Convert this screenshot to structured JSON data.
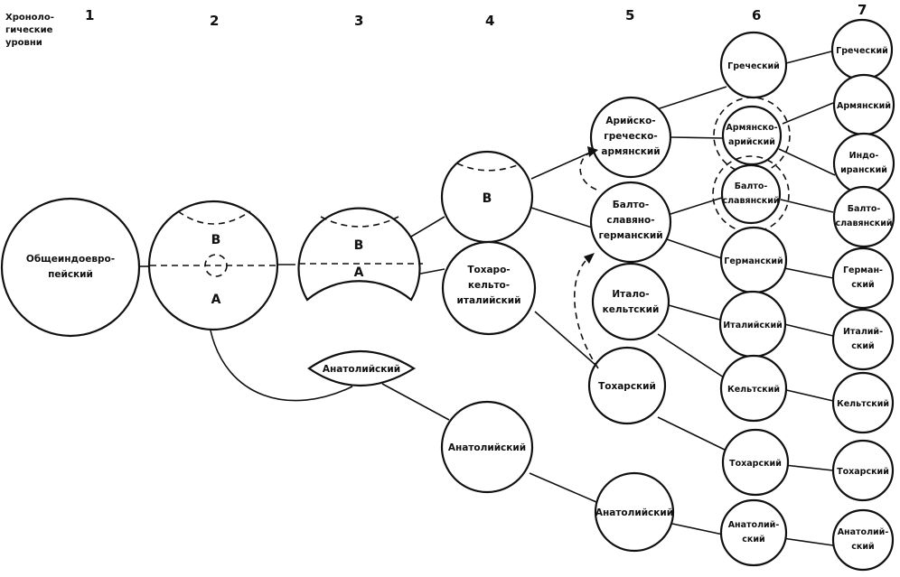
{
  "levels_title": [
    "Хроноло-",
    "гические",
    "уровни"
  ],
  "columns": [
    "1",
    "2",
    "3",
    "4",
    "5",
    "6",
    "7"
  ],
  "letters": {
    "b": "В",
    "a": "А"
  },
  "nodes": {
    "pie": [
      "Общеиндоевро-",
      "пейский"
    ],
    "anat3": [
      "Анатолийский"
    ],
    "tokh_kelt_ital": [
      "Тохаро-",
      "кельто-",
      "италийский"
    ],
    "anat4": [
      "Анатолийский"
    ],
    "aga5": [
      "Арийско-",
      "греческо-",
      "армянский"
    ],
    "bsg5": [
      "Балто-",
      "славяно-",
      "германский"
    ],
    "italkelt5": [
      "Итало-",
      "кельтский"
    ],
    "tokh5": [
      "Тохарский"
    ],
    "anat5": [
      "Анатолийский"
    ],
    "greek6": [
      "Греческий"
    ],
    "armar6": [
      "Армянско-",
      "арийский"
    ],
    "baltslav6": [
      "Балто-",
      "славянский"
    ],
    "germ6": [
      "Германский"
    ],
    "ital6": [
      "Италийский"
    ],
    "kelt6": [
      "Кельтский"
    ],
    "tokh6": [
      "Тохарский"
    ],
    "anat6": [
      "Анатолий-",
      "ский"
    ],
    "greek7": [
      "Греческий"
    ],
    "arm7": [
      "Армянский"
    ],
    "indoir7": [
      "Индо-",
      "иранский"
    ],
    "baltslav7": [
      "Балто-",
      "славянский"
    ],
    "germ7": [
      "Герман-",
      "ский"
    ],
    "ital7": [
      "Италий-",
      "ский"
    ],
    "kelt7": [
      "Кельтский"
    ],
    "tokh7": [
      "Тохарский"
    ],
    "anat7": [
      "Анатолий-",
      "ский"
    ]
  }
}
